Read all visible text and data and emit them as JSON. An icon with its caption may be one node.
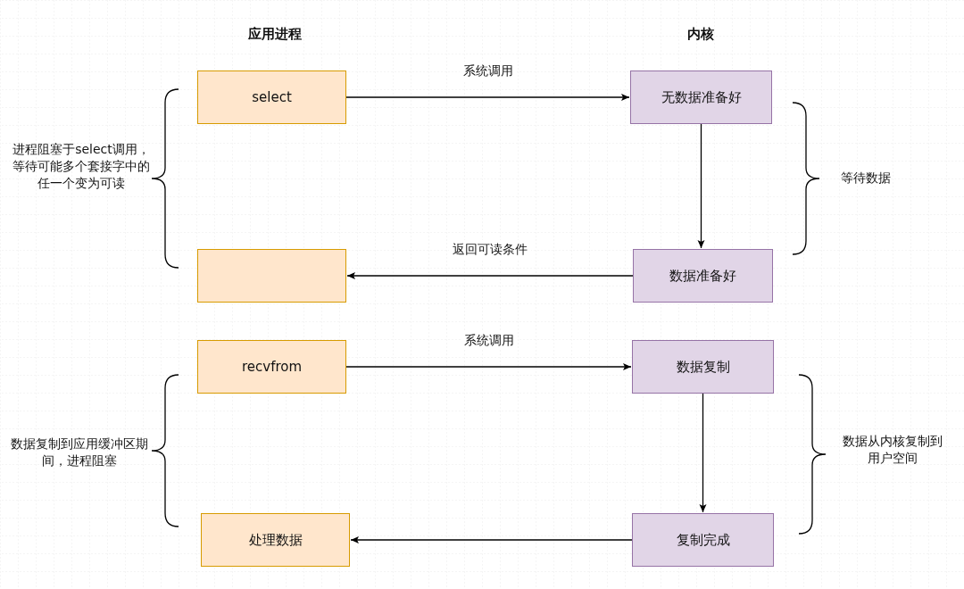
{
  "diagram": {
    "nodes": [
      {
        "text": [
          "select"
        ]
      },
      {
        "text": [
          "无数据准备好"
        ]
      },
      {
        "text": [],
        "shape": "box"
      },
      {
        "text": [
          "数据准备好"
        ]
      },
      {
        "text": [
          "recvfrom"
        ]
      },
      {
        "text": [
          "数据复制"
        ]
      },
      {
        "text": [
          "处理数据"
        ]
      },
      {
        "text": [
          "复制完成"
        ]
      }
    ],
    "edges": [
      {
        "from": 0,
        "to": 1,
        "arrow": "to",
        "label": "系统调用"
      },
      {
        "from": 1,
        "to": 3,
        "arrow": "to"
      },
      {
        "from": 3,
        "to": 2,
        "arrow": "to",
        "label": "返回可读条件"
      },
      {
        "from": 4,
        "to": 5,
        "arrow": "to",
        "label": "系统调用"
      },
      {
        "from": 5,
        "to": 7,
        "arrow": "to"
      },
      {
        "from": 7,
        "to": 6,
        "arrow": "to"
      }
    ],
    "labels": [
      "应用进程",
      "内核",
      "进程阻塞于select调用，等待可能多个套接字中的任一个变为可读",
      "等待数据",
      "数据复制到应用缓冲区期间，进程阻塞",
      "数据从内核复制到用户空间"
    ]
  }
}
